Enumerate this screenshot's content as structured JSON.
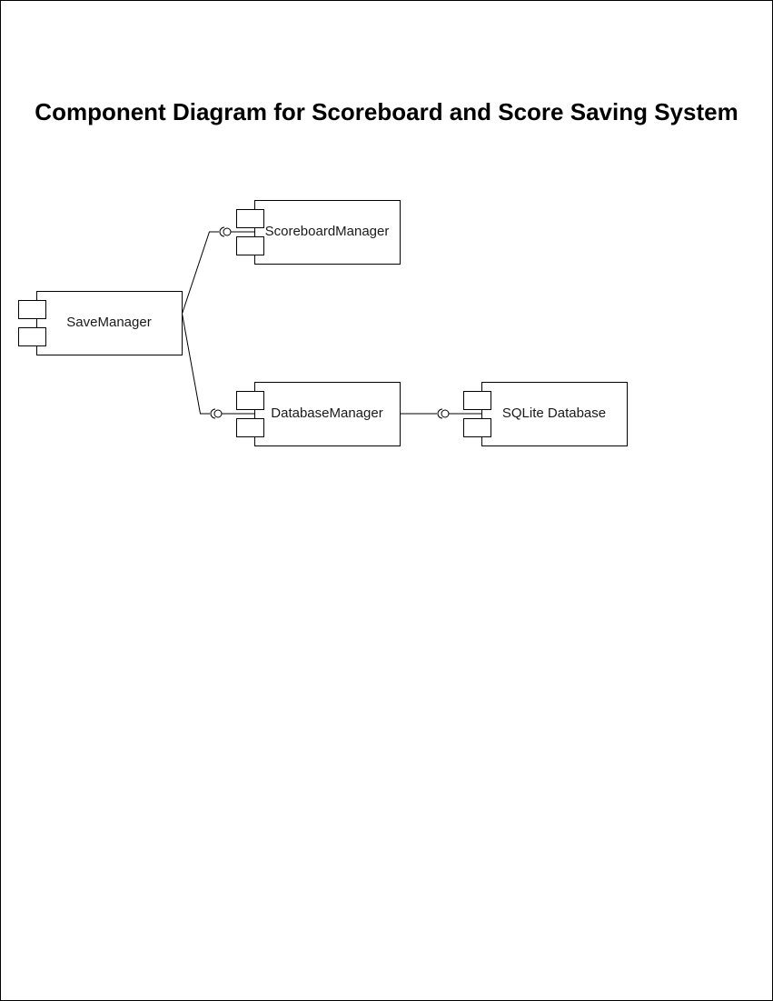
{
  "title": "Component Diagram for Scoreboard and Score Saving System",
  "components": {
    "save_manager": "SaveManager",
    "scoreboard_manager": "ScoreboardManager",
    "database_manager": "DatabaseManager",
    "sqlite_database": "SQLite Database"
  },
  "colors": {
    "stroke": "#000000",
    "background": "#ffffff",
    "text": "#1a1a1a"
  }
}
